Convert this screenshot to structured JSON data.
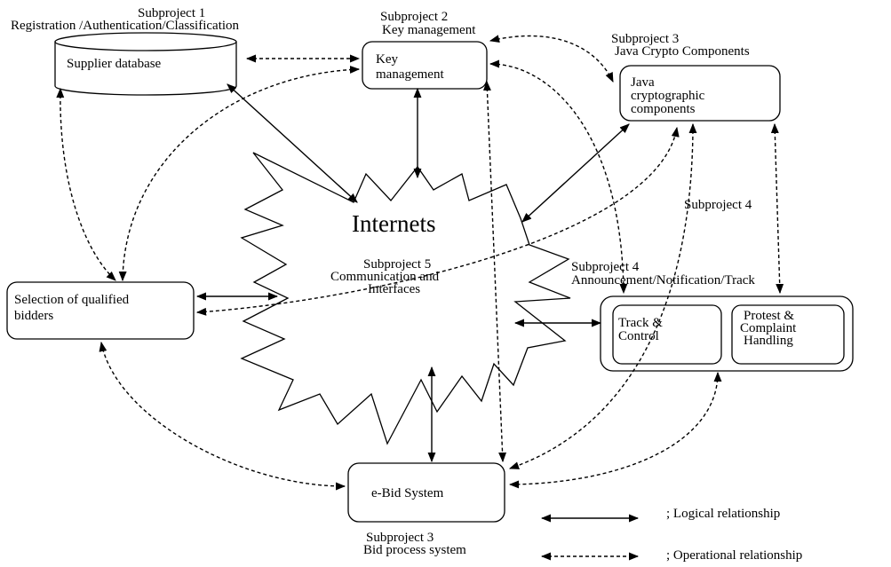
{
  "subprojects": {
    "sp1_title": "Subproject 1",
    "sp1_sub": "Registration /Authentication/Classification",
    "sp2_title": "Subproject 2",
    "sp2_sub": "Key management",
    "sp3_java_title": "Subproject 3",
    "sp3_java_sub": "Java Crypto Components",
    "sp4_upper": "Subproject 4",
    "sp4_title": "Subproject 4",
    "sp4_sub": "Announcement/Notification/Track",
    "sp5_title": "Subproject 5",
    "sp5_line2": "Communication and",
    "sp5_line3": "Interfaces",
    "sp3_bid_title": "Subproject 3",
    "sp3_bid_sub": "Bid process system"
  },
  "nodes": {
    "supplier_db": "Supplier database",
    "key_mgmt_1": "Key",
    "key_mgmt_2": "management",
    "java_1": "Java",
    "java_2": "cryptographic",
    "java_3": "components",
    "internets": "Internets",
    "selection_1": "Selection of qualified",
    "selection_2": "bidders",
    "track_1": "Track &",
    "track_2": "Control",
    "protest_1": "Protest &",
    "protest_2": "Complaint",
    "protest_3": "Handling",
    "ebid": "e-Bid System"
  },
  "legend": {
    "logical": "; Logical relationship",
    "operational": "; Operational  relationship"
  }
}
